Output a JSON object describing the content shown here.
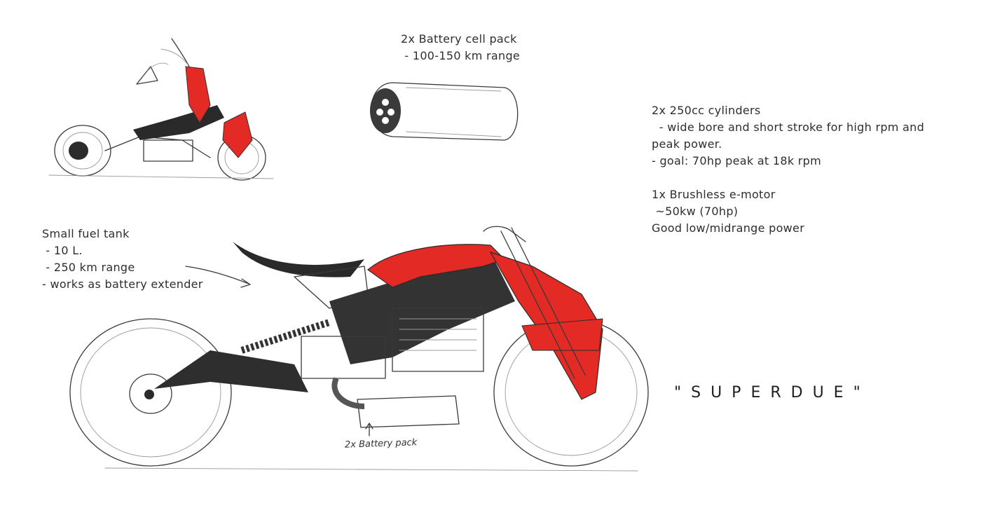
{
  "notes": {
    "battery_cell_pack": "2x Battery cell pack\n - 100-150 km range",
    "cylinders": "2x 250cc cylinders\n  - wide bore and short stroke for high rpm and\npeak power.\n- goal: 70hp peak at 18k rpm",
    "emotor": "1x Brushless e-motor\n ~50kw (70hp)\nGood low/midrange power",
    "fuel_tank": "Small fuel tank\n - 10 L.\n - 250 km range\n- works as battery extender",
    "battery_pack_label": "2x Battery pack"
  },
  "title": "\"SUPERDUE\"",
  "colors": {
    "accent_red": "#e42a25",
    "dark_panel": "#2a2a2a",
    "ink": "#3a3a3a"
  }
}
